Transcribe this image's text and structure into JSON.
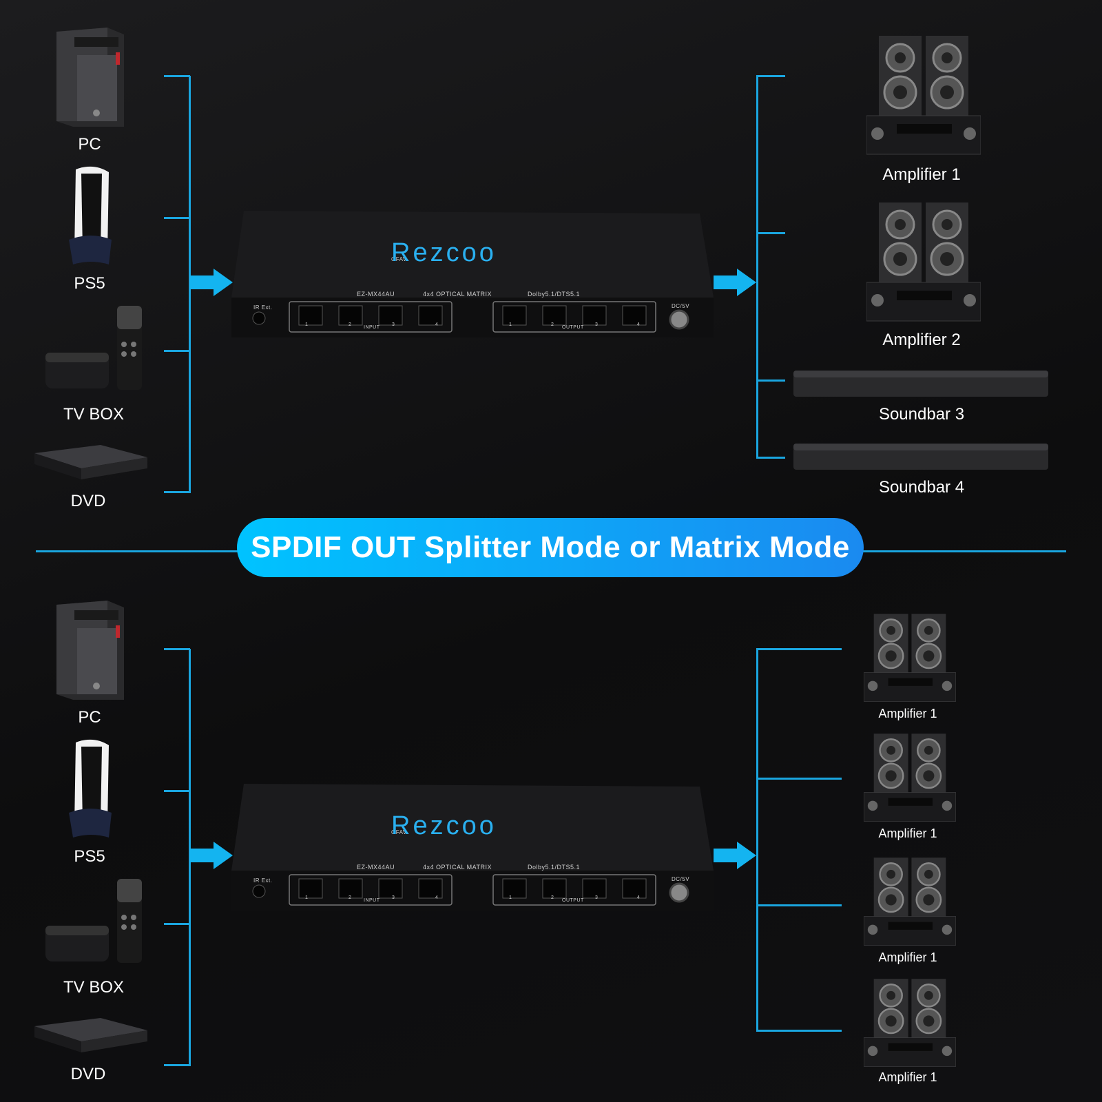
{
  "colors": {
    "accent": "#1aa6e0",
    "banner_start": "#00c3ff",
    "banner_end": "#1a8af0"
  },
  "banner": {
    "text": "SPDIF OUT Splitter Mode or Matrix Mode"
  },
  "sources": [
    "PC",
    "PS5",
    "TV BOX",
    "DVD"
  ],
  "top": {
    "outputs": [
      "Amplifier 1",
      "Amplifier 2",
      "Soundbar 3",
      "Soundbar 4"
    ]
  },
  "bottom": {
    "outputs": [
      "Amplifier 1",
      "Amplifier 1",
      "Amplifier 1",
      "Amplifier 1"
    ]
  },
  "matrix": {
    "brand_prefix": "OFAV",
    "brand": "Rezcoo",
    "model": "EZ-MX44AU",
    "type": "4x4 OPTICAL MATRIX",
    "audio": "Dolby5.1/DTS5.1",
    "ir": "IR Ext.",
    "power": "DC/5V",
    "input_label": "INPUT",
    "output_label": "OUTPUT",
    "port_numbers": [
      "1",
      "2",
      "3",
      "4"
    ]
  }
}
